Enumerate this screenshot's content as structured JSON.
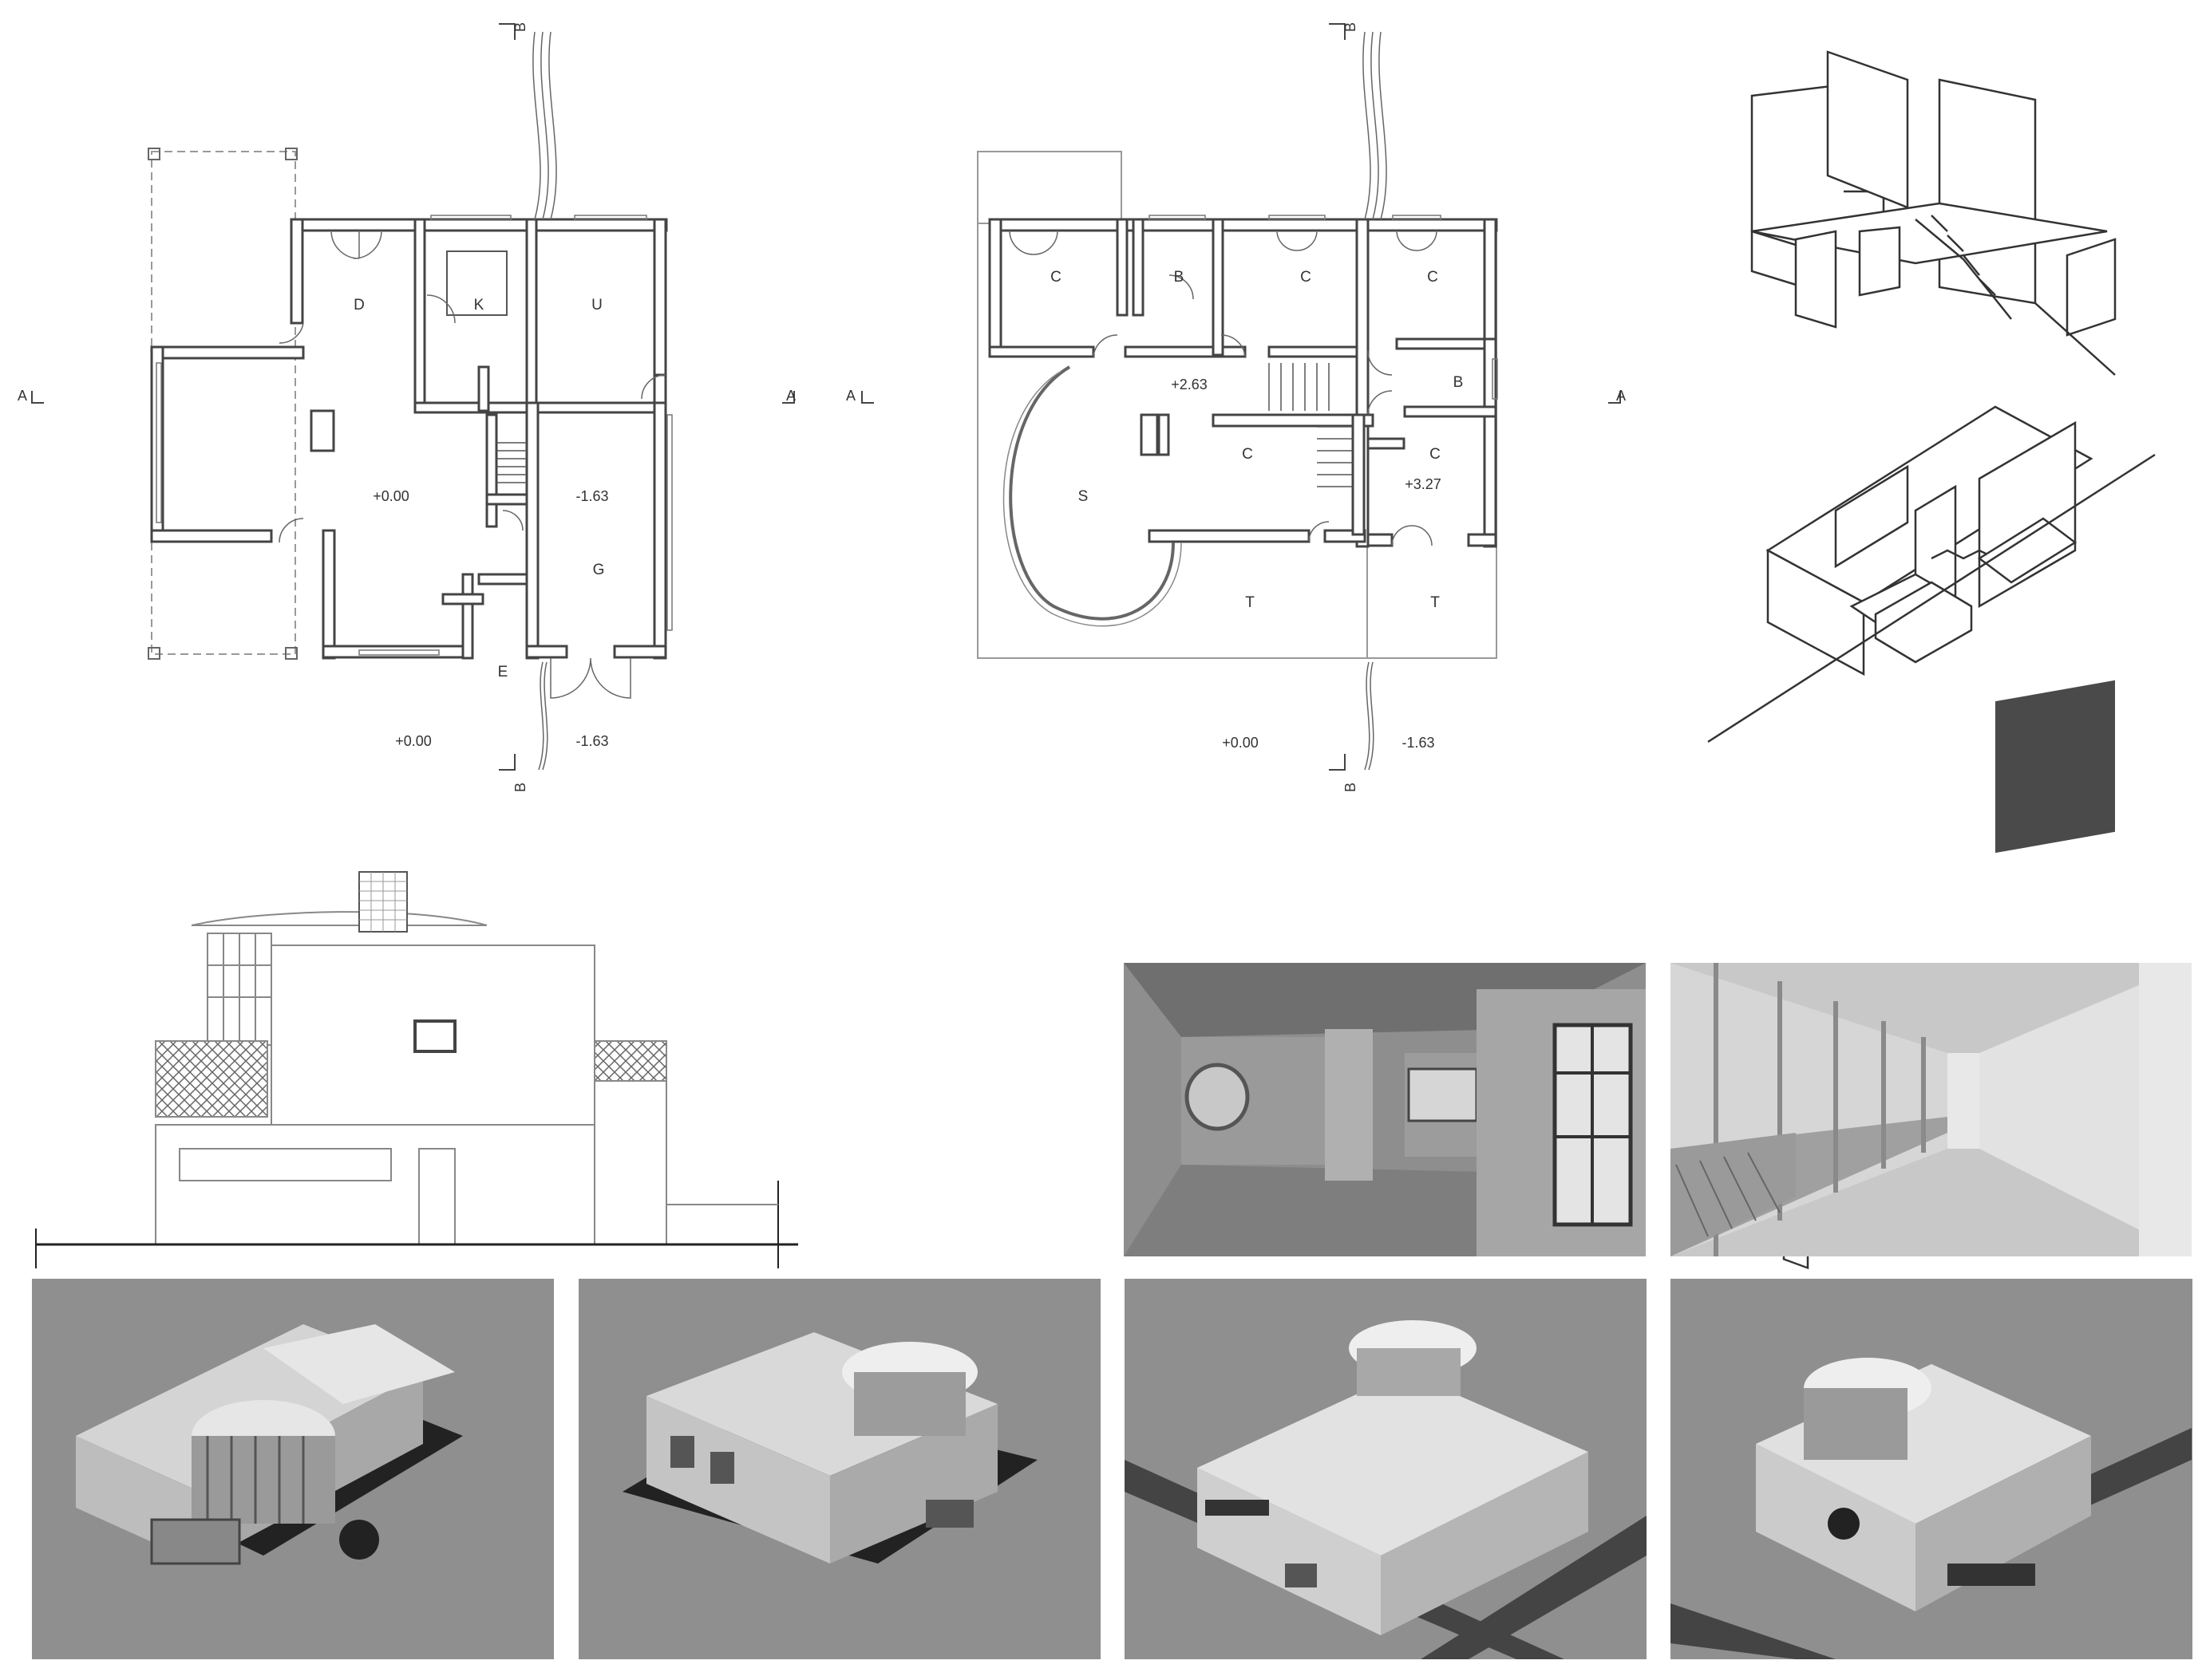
{
  "section_markers": {
    "a": "A",
    "b": "B"
  },
  "ground_floor_plan": {
    "rooms": {
      "d": "D",
      "k": "K",
      "u": "U",
      "g": "G",
      "e": "E"
    },
    "levels": {
      "main": "+0.00",
      "garage": "-1.63",
      "outside_left": "+0.00",
      "outside_right": "-1.63"
    }
  },
  "upper_floor_plan": {
    "rooms": {
      "c1": "C",
      "b1": "B",
      "c2": "C",
      "c3": "C",
      "b2": "B",
      "c4": "C",
      "c5": "C",
      "s": "S",
      "t1": "T",
      "t2": "T"
    },
    "levels": {
      "hall": "+2.63",
      "upper": "+3.27",
      "outside_left": "+0.00",
      "outside_right": "-1.63"
    }
  },
  "colors": {
    "line": "#333333",
    "render_bg": "#8f8f8f",
    "render_light": "#d8d8d8"
  }
}
